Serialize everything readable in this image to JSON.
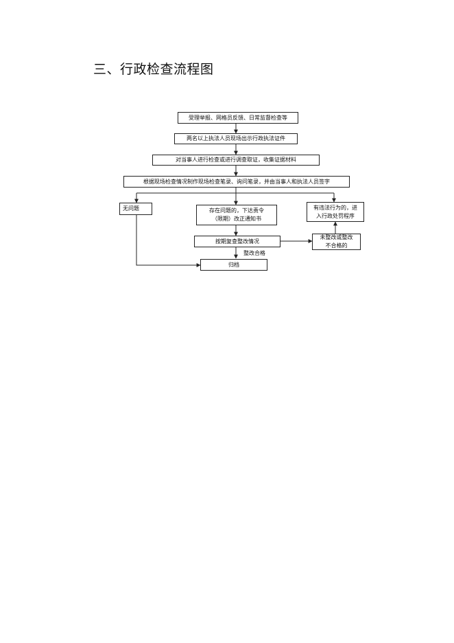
{
  "title": "三、行政检查流程图",
  "nodes": {
    "accept": "受理举报、网格员反馈、日常监督检查等",
    "show_id": "两名以上执法人员现场出示行政执法证件",
    "investigate": "对当事人进行检查或进行调查取证，收集证据材料",
    "record": "根据现场检查情况制作现场检查笔录、询问笔录，并由当事人和执法人员签字",
    "no_problem": "无问题",
    "issue_notice_line1": "存在问题的，下达责令",
    "issue_notice_line2": "（限期）改正通知书",
    "violation_line1": "有违法行为的，进",
    "violation_line2": "入行政处罚程序",
    "review": "按期复查整改情况",
    "not_rectified_line1": "未整改或整改",
    "not_rectified_line2": "不合格的",
    "archive": "归档"
  },
  "edge_labels": {
    "qualified": "整改合格"
  },
  "colors": {
    "stroke": "#222222",
    "text": "#111111"
  }
}
